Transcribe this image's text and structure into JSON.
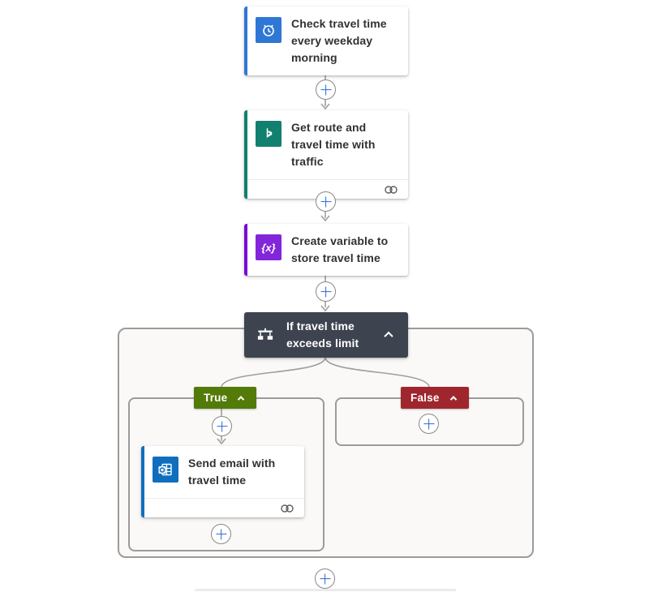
{
  "app": "power-automate-flow-designer",
  "flow": {
    "trigger": {
      "title": "Check travel time every weekday morning",
      "icon": "recurrence-icon",
      "accent_color": "#2e77d4"
    },
    "get_route": {
      "title": "Get route and travel time with traffic",
      "icon": "bing-maps-icon",
      "accent_color": "#12806f",
      "has_connection_badge": true
    },
    "create_variable": {
      "title": "Create variable to store travel time",
      "icon_glyph": "{x}",
      "accent_color": "#770bd6"
    },
    "condition": {
      "title": "If travel time exceeds limit",
      "bg_color": "#3d4450",
      "collapse_state": "expanded"
    },
    "true_branch": {
      "label": "True",
      "badge_color": "#527b07",
      "action": {
        "title": "Send email with travel time",
        "icon": "outlook-icon",
        "accent_color": "#106ebe",
        "has_connection_badge": true
      }
    },
    "false_branch": {
      "label": "False",
      "badge_color": "#a0262e"
    }
  },
  "connectors": {
    "plus_button_meaning": "Insert a new step",
    "plus_color": "#2b69d4",
    "wire_color": "#a19f9d"
  }
}
